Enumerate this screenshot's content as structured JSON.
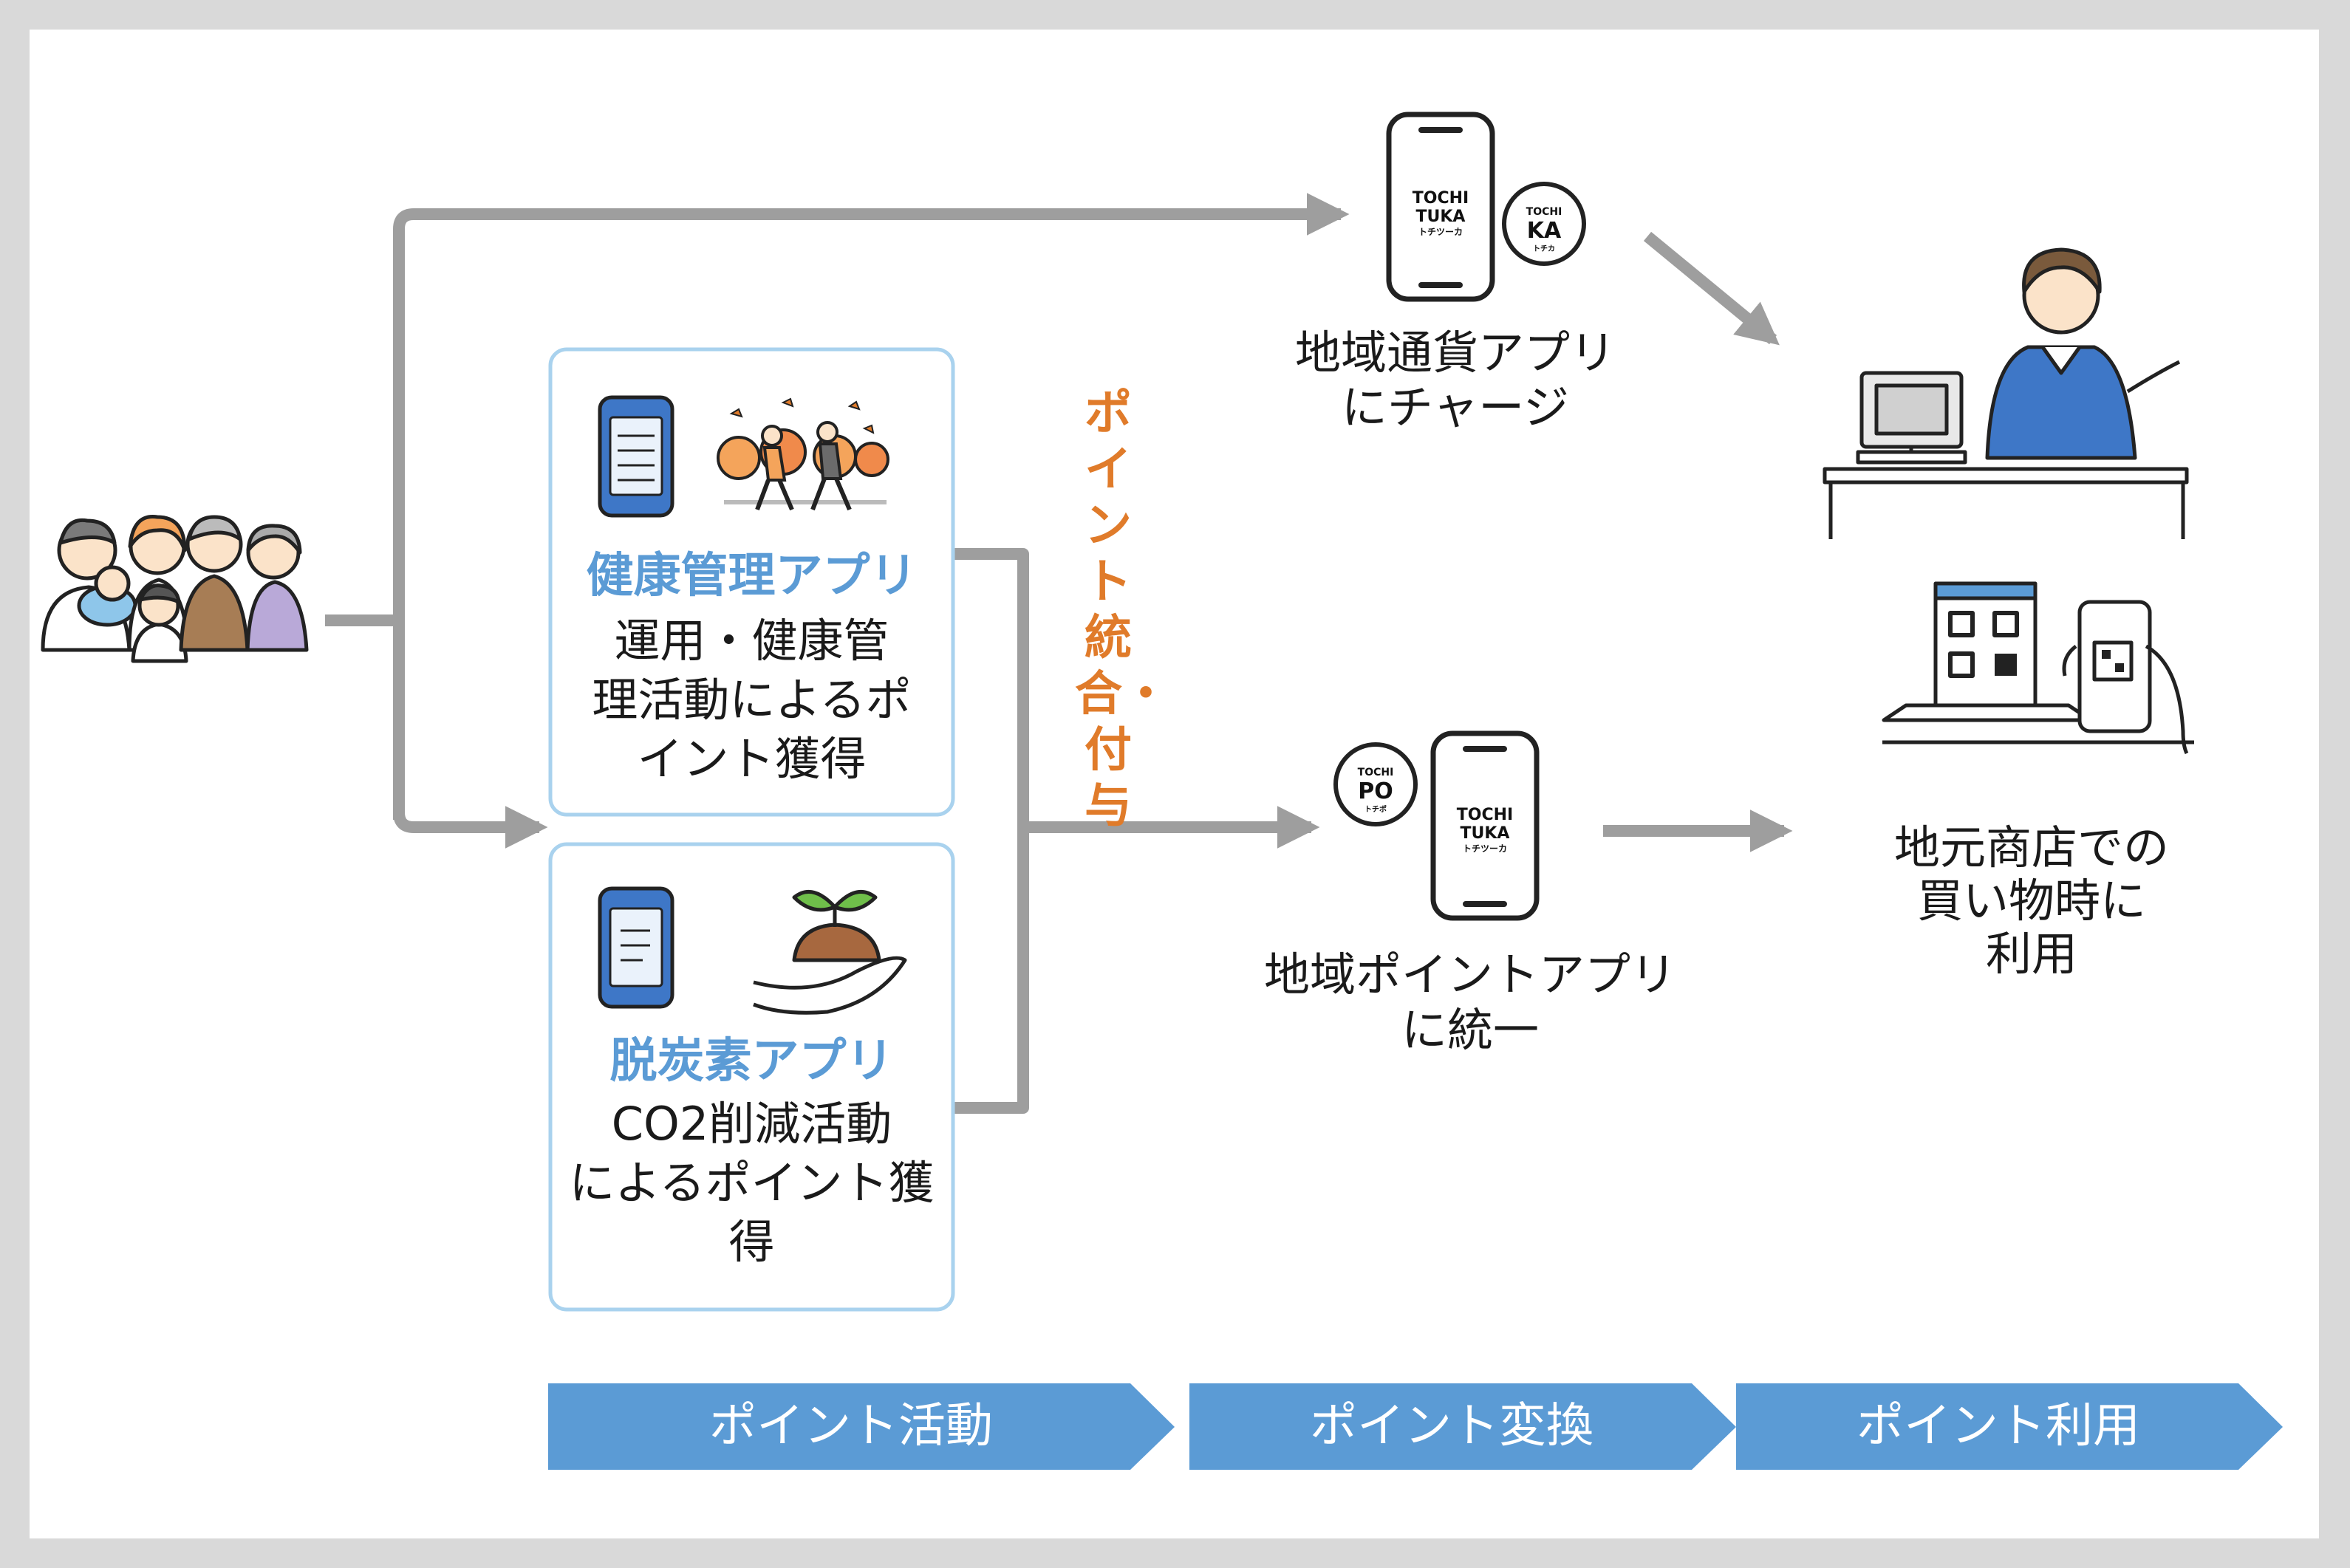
{
  "frame_background": "#d9d9d9",
  "accent": "#5b9bd5",
  "highlight": "#e07b2a",
  "connector_color": "#9e9e9e",
  "health_app": {
    "title": "健康管理アプリ",
    "description_lines": [
      "運用・健康管",
      "理活動によるポ",
      "イント獲得"
    ]
  },
  "decarb_app": {
    "title": "脱炭素アプリ",
    "description_lines": [
      "CO2削減活動",
      "によるポイント獲",
      "得"
    ]
  },
  "integration_label": "ポイント統合・付与",
  "currency_app": {
    "label_lines": [
      "地域通貨アプリ",
      "にチャージ"
    ],
    "phone_logo": [
      "TOCHI",
      "TUKA",
      "トチツーカ"
    ],
    "badge": [
      "TOCHI",
      "KA",
      "トチカ"
    ]
  },
  "points_app": {
    "label_lines": [
      "地域ポイントアプリ",
      "に統一"
    ],
    "phone_logo": [
      "TOCHI",
      "TUKA",
      "トチツーカ"
    ],
    "badge": [
      "TOCHI",
      "PO",
      "トチポ"
    ]
  },
  "shop_usage": {
    "label_lines": [
      "地元商店での",
      "買い物時に",
      "利用"
    ]
  },
  "phases": [
    "ポイント活動",
    "ポイント変換",
    "ポイント利用"
  ],
  "icons": [
    "family-icon",
    "health-app-phone-icon",
    "walking-people-icon",
    "decarb-app-phone-icon",
    "sprout-in-hand-icon",
    "cashier-icon",
    "qr-payment-icon"
  ]
}
